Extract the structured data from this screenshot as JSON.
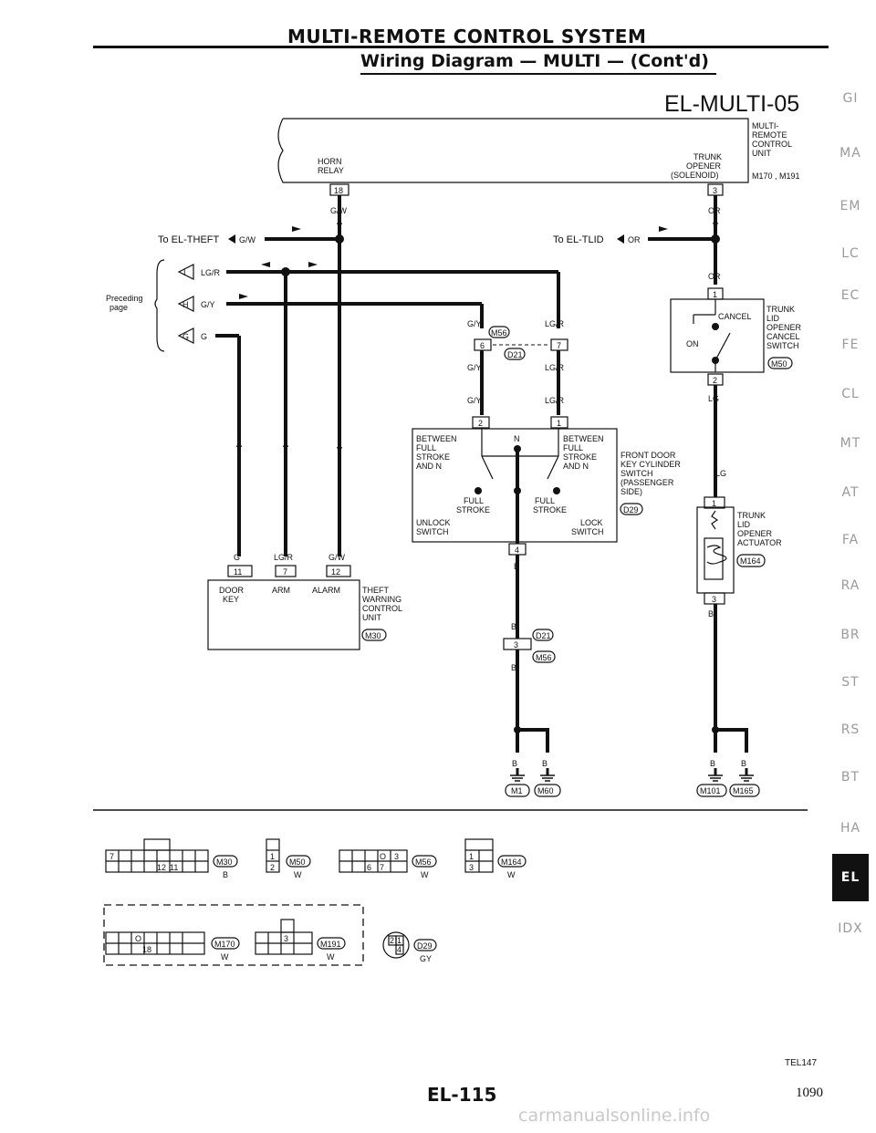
{
  "header": {
    "title": "MULTI-REMOTE CONTROL SYSTEM",
    "subtitle": "Wiring Diagram — MULTI — (Cont'd)",
    "diagram_code": "EL-MULTI-05"
  },
  "labels": {
    "multi_remote_unit": [
      "MULTI-",
      "REMOTE",
      "CONTROL",
      "UNIT"
    ],
    "horn_relay": [
      "HORN",
      "RELAY"
    ],
    "trunk_opener_solenoid": [
      "TRUNK",
      "OPENER",
      "(SOLENOID)"
    ],
    "unit_connectors": "M170 , M191",
    "to_el_theft": "To EL-THEFT",
    "to_el_tlid": "To EL-TLID",
    "preceding_page": [
      "Preceding",
      "page"
    ],
    "trunk_lid_opener_cancel_switch": [
      "TRUNK",
      "LID",
      "OPENER",
      "CANCEL",
      "SWITCH"
    ],
    "cancel": "CANCEL",
    "on": "ON",
    "front_door_key_cylinder_switch": [
      "FRONT DOOR",
      "KEY CYLINDER",
      "SWITCH",
      "(PASSENGER",
      "SIDE)"
    ],
    "between_full_stroke_and_n_left": [
      "BETWEEN",
      "FULL",
      "STROKE",
      "AND N"
    ],
    "between_full_stroke_and_n_right": [
      "BETWEEN",
      "FULL",
      "STROKE",
      "AND N"
    ],
    "n": "N",
    "full_stroke_unlock": [
      "FULL",
      "STROKE"
    ],
    "full_stroke_lock": [
      "FULL",
      "STROKE"
    ],
    "unlock_switch": [
      "UNLOCK",
      "SWITCH"
    ],
    "lock_switch": [
      "LOCK",
      "SWITCH"
    ],
    "trunk_lid_opener_actuator": [
      "TRUNK",
      "LID",
      "OPENER",
      "ACTUATOR"
    ],
    "theft_warning_control_unit": [
      "THEFT",
      "WARNING",
      "CONTROL",
      "UNIT"
    ],
    "door_key": [
      "DOOR",
      "KEY"
    ],
    "arm": "ARM",
    "alarm": "ALARM"
  },
  "wire_colors": {
    "gw": "G/W",
    "or": "OR",
    "lgr": "LG/R",
    "gy": "G/Y",
    "g": "G",
    "lg": "LG",
    "b": "B"
  },
  "pins": {
    "horn": "18",
    "trunk_opener": "3",
    "cancel_top": "1",
    "cancel_bottom": "2",
    "m56_left": "6",
    "m56_right": "7",
    "kc_left": "2",
    "kc_right": "1",
    "kc_bottom": "4",
    "act_top": "1",
    "act_bottom": "3",
    "door_key": "11",
    "arm": "7",
    "alarm": "12",
    "d21": "3",
    "preceding_i": "I",
    "preceding_h": "H",
    "preceding_g": "G"
  },
  "connectors": {
    "m56": "M56",
    "d21": "D21",
    "m50": "M50",
    "d29": "D29",
    "m164": "M164",
    "m30": "M30",
    "m1": "M1",
    "m60": "M60",
    "m101": "M101",
    "m165": "M165"
  },
  "connector_table": {
    "m30": {
      "id": "M30",
      "color": "B",
      "pins": [
        "7",
        "12",
        "11"
      ]
    },
    "m50": {
      "id": "M50",
      "color": "W",
      "pins": [
        "1",
        "2"
      ]
    },
    "m56": {
      "id": "M56",
      "color": "W",
      "pins": [
        "O",
        "3",
        "6",
        "7"
      ]
    },
    "m164": {
      "id": "M164",
      "color": "W",
      "pins": [
        "1",
        "3"
      ]
    },
    "m170": {
      "id": "M170",
      "color": "W",
      "pins": [
        "O",
        "18"
      ]
    },
    "m191": {
      "id": "M191",
      "color": "W",
      "pins": [
        "3"
      ]
    },
    "d29": {
      "id": "D29",
      "color": "GY",
      "pins": [
        "2",
        "1",
        "4"
      ]
    }
  },
  "side_index": [
    "GI",
    "MA",
    "EM",
    "LC",
    "EC",
    "FE",
    "CL",
    "MT",
    "AT",
    "FA",
    "RA",
    "BR",
    "ST",
    "RS",
    "BT",
    "HA",
    "EL",
    "IDX"
  ],
  "side_index_active": "EL",
  "footer": {
    "ref_code": "TEL147",
    "page_code": "EL-115",
    "page_number": "1090",
    "watermark": "carmanualsonline.info"
  }
}
